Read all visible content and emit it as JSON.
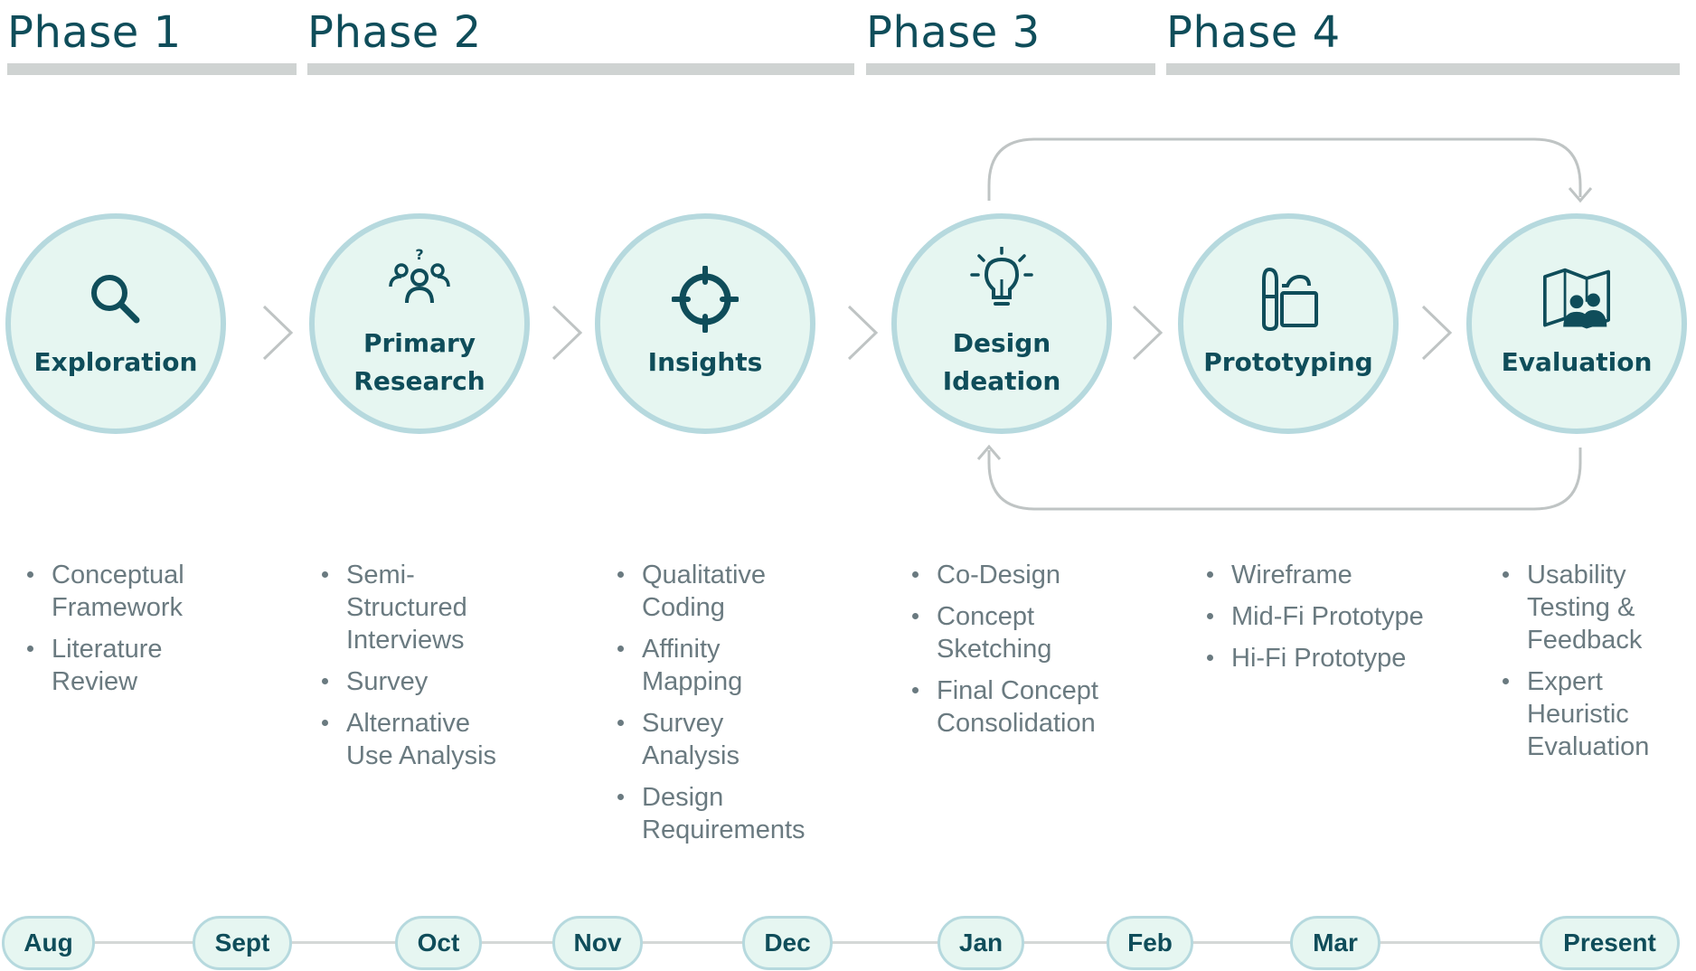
{
  "phases": [
    {
      "title": "Phase 1"
    },
    {
      "title": "Phase 2"
    },
    {
      "title": "Phase 3"
    },
    {
      "title": "Phase 4"
    }
  ],
  "steps": [
    {
      "label": "Exploration",
      "icon": "magnifier-icon",
      "items": [
        "Conceptual Framework",
        "Literature Review"
      ]
    },
    {
      "label": "Primary Research",
      "icon": "people-question-icon",
      "items": [
        "Semi-Structured Interviews",
        "Survey",
        "Alternative Use Analysis"
      ]
    },
    {
      "label": "Insights",
      "icon": "crosshair-target-icon",
      "items": [
        "Qualitative Coding",
        "Affinity Mapping",
        "Survey Analysis",
        "Design Requirements"
      ]
    },
    {
      "label": "Design Ideation",
      "icon": "lightbulb-icon",
      "items": [
        "Co-Design",
        "Concept Sketching",
        "Final Concept Consolidation"
      ]
    },
    {
      "label": "Prototyping",
      "icon": "brush-square-icon",
      "items": [
        "Wireframe",
        "Mid-Fi Prototype",
        "Hi-Fi Prototype"
      ]
    },
    {
      "label": "Evaluation",
      "icon": "map-people-icon",
      "items": [
        "Usability Testing & Feedback",
        "Expert Heuristic Evaluation"
      ]
    }
  ],
  "timeline": {
    "months": [
      "Aug",
      "Sept",
      "Oct",
      "Nov",
      "Dec",
      "Jan",
      "Feb",
      "Mar",
      "Present"
    ]
  },
  "colors": {
    "primary_text": "#0f4d5a",
    "node_fill": "#e6f6f1",
    "node_border": "#b6d9de",
    "phase_bar": "#cfd3d2",
    "bullet_text": "#6a7a80",
    "connector": "#bfc4c4"
  }
}
